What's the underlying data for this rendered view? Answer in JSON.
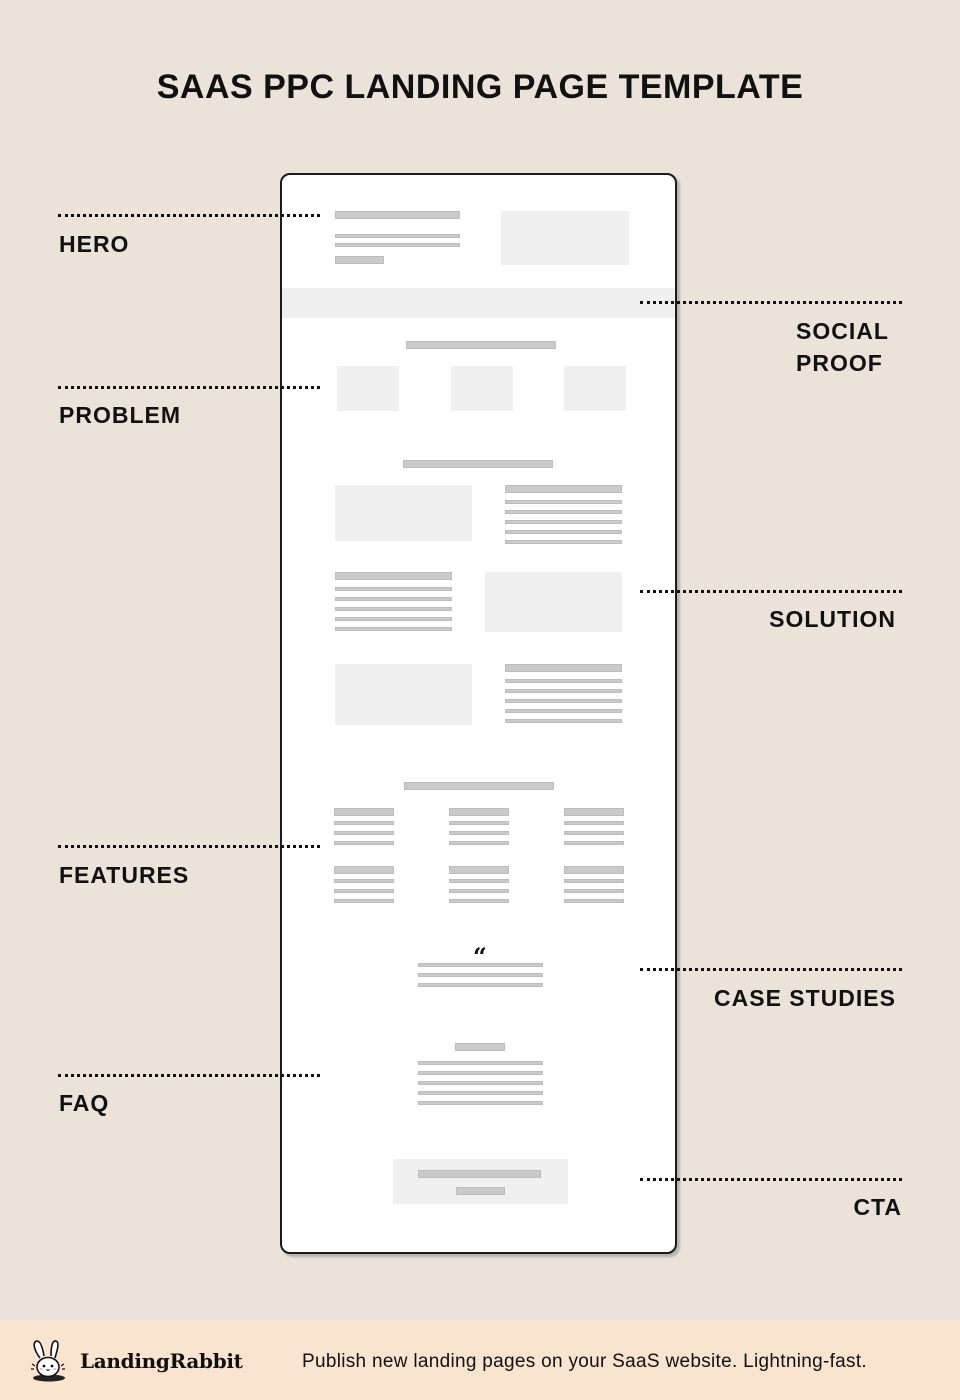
{
  "title": "SAAS PPC LANDING PAGE TEMPLATE",
  "sections": {
    "hero": "HERO",
    "social_proof_line1": "SOCIAL",
    "social_proof_line2": "PROOF",
    "problem": "PROBLEM",
    "solution": "SOLUTION",
    "features": "FEATURES",
    "case_studies": "CASE STUDIES",
    "faq": "FAQ",
    "cta": "CTA"
  },
  "wireframe": {
    "quote_mark": "“"
  },
  "footer": {
    "brand": "LandingRabbit",
    "tagline": "Publish new landing pages on your SaaS website. Lightning-fast.",
    "logo_icon": "rabbit-icon"
  },
  "colors": {
    "background": "#ebe3da",
    "footer_background": "#f9e4cf",
    "frame_border": "#1b1b1b",
    "placeholder_bar": "#cacaca",
    "placeholder_box": "#f0f0f0"
  }
}
